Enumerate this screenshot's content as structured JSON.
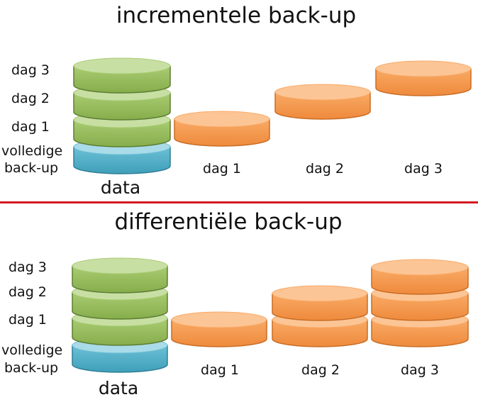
{
  "incremental": {
    "title": "incrementele back-up",
    "stack_labels": [
      "dag 3",
      "dag 2",
      "dag 1",
      "volledige",
      "back-up"
    ],
    "data_label": "data",
    "columns": [
      {
        "label": "dag 1",
        "disks": 1
      },
      {
        "label": "dag 2",
        "disks": 1
      },
      {
        "label": "dag 3",
        "disks": 1
      }
    ]
  },
  "differential": {
    "title": "differentiële back-up",
    "stack_labels": [
      "dag 3",
      "dag 2",
      "dag 1",
      "volledige",
      "back-up"
    ],
    "data_label": "data",
    "columns": [
      {
        "label": "dag 1",
        "disks": 1
      },
      {
        "label": "dag 2",
        "disks": 2
      },
      {
        "label": "dag 3",
        "disks": 3
      }
    ]
  },
  "colors": {
    "green": "#9bc15e",
    "blue": "#4bacc6",
    "orange": "#f79646",
    "divider": "#d21820"
  }
}
